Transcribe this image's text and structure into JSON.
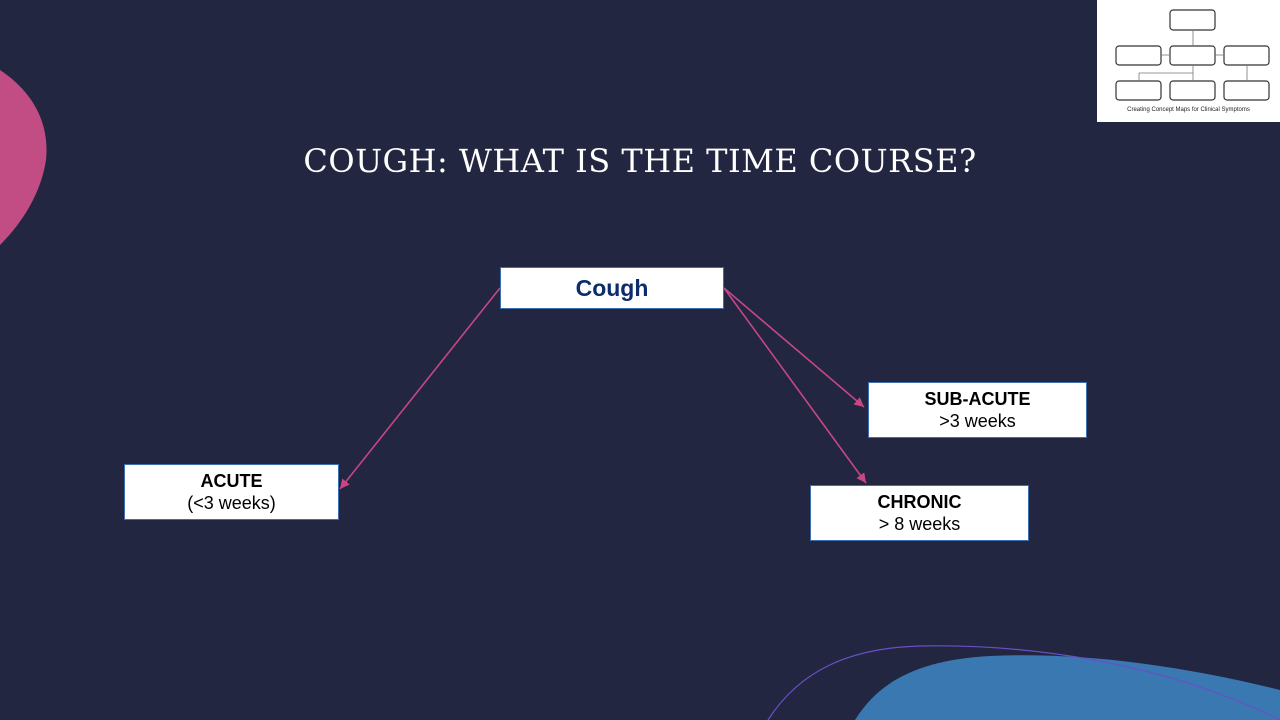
{
  "title": "COUGH: WHAT IS THE TIME COURSE?",
  "root": {
    "label": "Cough"
  },
  "nodes": {
    "acute": {
      "label": "ACUTE",
      "detail": "(<3 weeks)"
    },
    "subacute": {
      "label": "SUB-ACUTE",
      "detail": ">3 weeks"
    },
    "chronic": {
      "label": "CHRONIC",
      "detail": "> 8 weeks"
    }
  },
  "logo": {
    "caption": "Creating Concept Maps for Clinical Symptoms"
  },
  "colors": {
    "background": "#232640",
    "arrow": "#c74685",
    "pink_blob": "#c24d85",
    "blue_blob": "#3a78b2",
    "root_text": "#0b2d6b"
  }
}
